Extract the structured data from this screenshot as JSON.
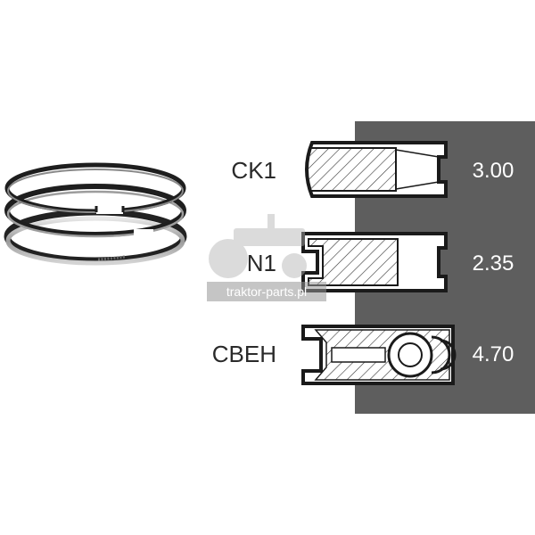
{
  "rings": [
    {
      "label": "CK1",
      "size": "3.00"
    },
    {
      "label": "N1",
      "size": "2.35"
    },
    {
      "label": "CBEH",
      "size": "4.70"
    }
  ],
  "watermark": {
    "text": "traktor-parts.pl"
  },
  "colors": {
    "panel": "#5e5e5e",
    "outline": "#1a1a1a",
    "hatch": "#333333",
    "ring_dark": "#2b2b2b",
    "ring_metal": "#b8b8b8"
  }
}
